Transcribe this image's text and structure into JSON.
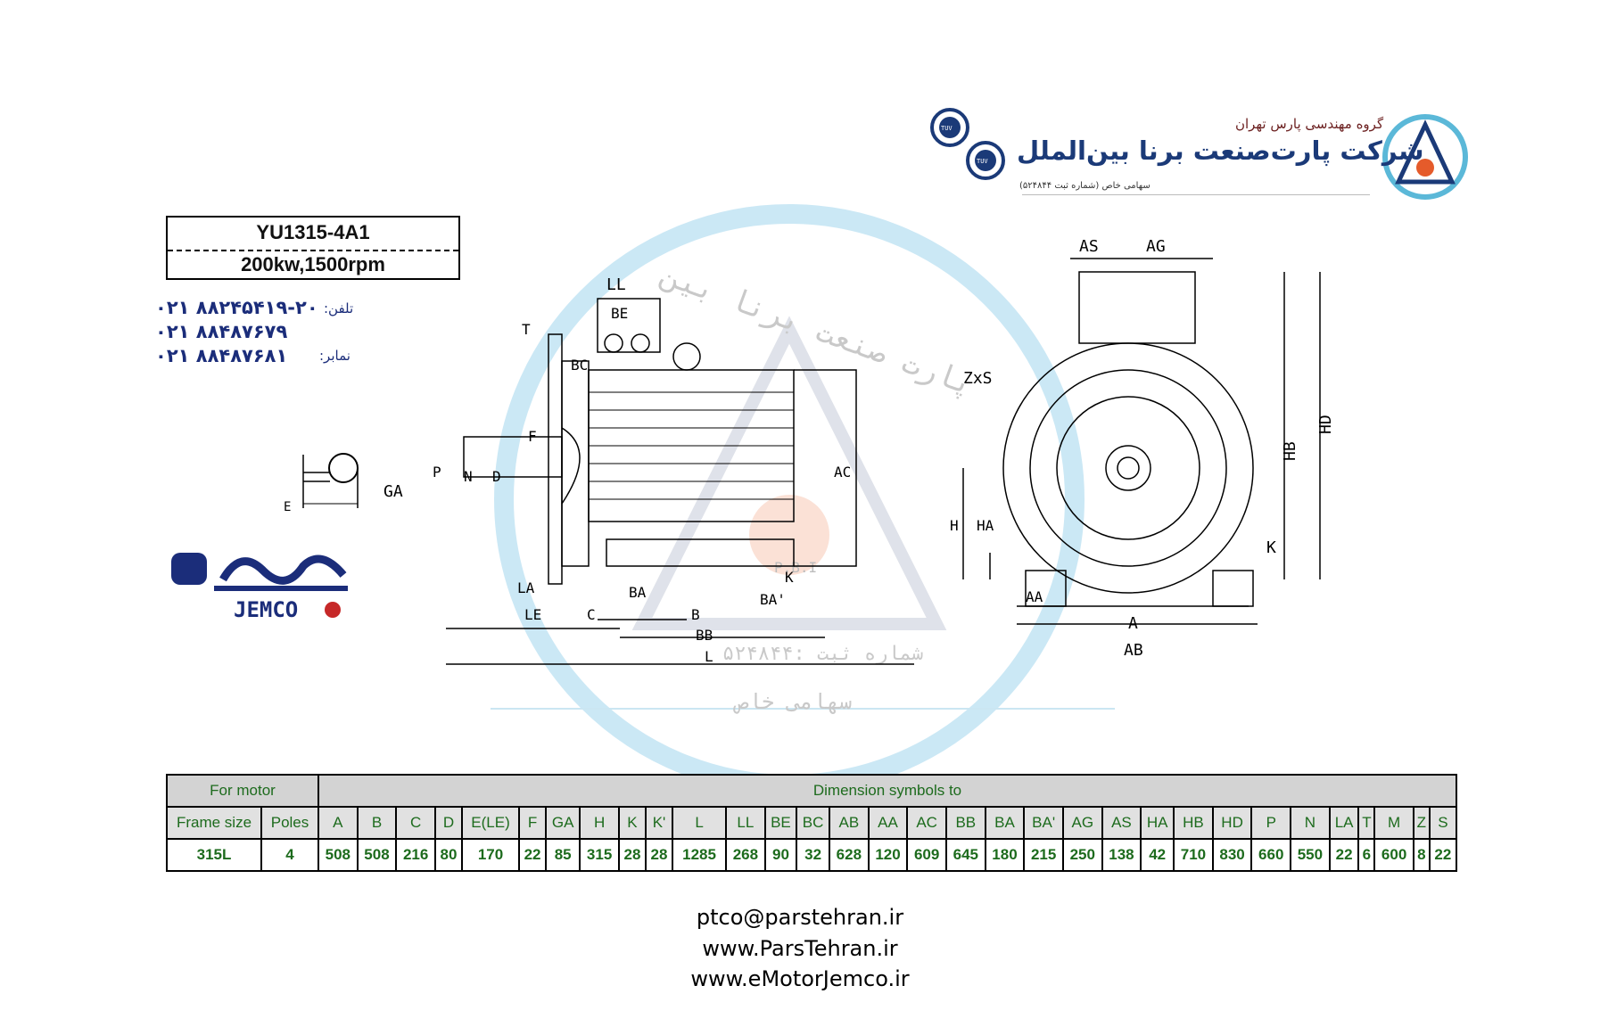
{
  "header": {
    "group_name": "گروه مهندسی پارس تهران",
    "company_name": "شرکت پارت‌صنعت برنا بین‌الملل",
    "registration": "سهامی خاص (شماره ثبت ۵۲۴۸۴۴)",
    "badge_text": "TUV ICB"
  },
  "model": {
    "code": "YU1315-4A1",
    "rating": "200kw,1500rpm"
  },
  "contacts": {
    "phone_label": "تلفن:",
    "phone_1": "۰۲۱ ۸۸۲۴۵۴۱۹-۲۰",
    "phone_2": "۰۲۱ ۸۸۴۸۷۶۷۹",
    "fax_label": "نمابر:",
    "fax": "۰۲۱ ۸۸۴۸۷۶۸۱"
  },
  "brand": {
    "logo_text": "JEMCO"
  },
  "watermark": {
    "text": "پارت صنعت برنا بین",
    "reg": "شماره ثبت :۵۲۴۸۴۴",
    "type": "سهامی خاص",
    "monogram": "P.B.I"
  },
  "drawing_labels": {
    "side": [
      "LL",
      "BE",
      "T",
      "BC",
      "F",
      "P",
      "N",
      "D",
      "AC",
      "GA",
      "E",
      "LA",
      "LE",
      "C",
      "BA",
      "B",
      "K",
      "BA'",
      "BB",
      "L"
    ],
    "front": [
      "AS",
      "AG",
      "ZxS",
      "HD",
      "HB",
      "H",
      "HA",
      "K",
      "AA",
      "A",
      "AB"
    ]
  },
  "table": {
    "for_motor": "For motor",
    "dimension_title": "Dimension symbols to",
    "headers": [
      "Frame size",
      "Poles",
      "A",
      "B",
      "C",
      "D",
      "E(LE)",
      "F",
      "GA",
      "H",
      "K",
      "K'",
      "L",
      "LL",
      "BE",
      "BC",
      "AB",
      "AA",
      "AC",
      "BB",
      "BA",
      "BA'",
      "AG",
      "AS",
      "HA",
      "HB",
      "HD",
      "P",
      "N",
      "LA",
      "T",
      "M",
      "Z",
      "S"
    ],
    "values": [
      "315L",
      "4",
      "508",
      "508",
      "216",
      "80",
      "170",
      "22",
      "85",
      "315",
      "28",
      "28",
      "1285",
      "268",
      "90",
      "32",
      "628",
      "120",
      "609",
      "645",
      "180",
      "215",
      "250",
      "138",
      "42",
      "710",
      "830",
      "660",
      "550",
      "22",
      "6",
      "600",
      "8",
      "22"
    ]
  },
  "footer": {
    "email": "ptco@parstehran.ir",
    "website_1": "www.ParsTehran.ir",
    "website_2": "www.eMotorJemco.ir"
  },
  "colors": {
    "company_blue": "#1b3a78",
    "table_text": "#1d6b1d",
    "watermark_blue": "#9fd2ea",
    "logo_red": "#c62828"
  }
}
